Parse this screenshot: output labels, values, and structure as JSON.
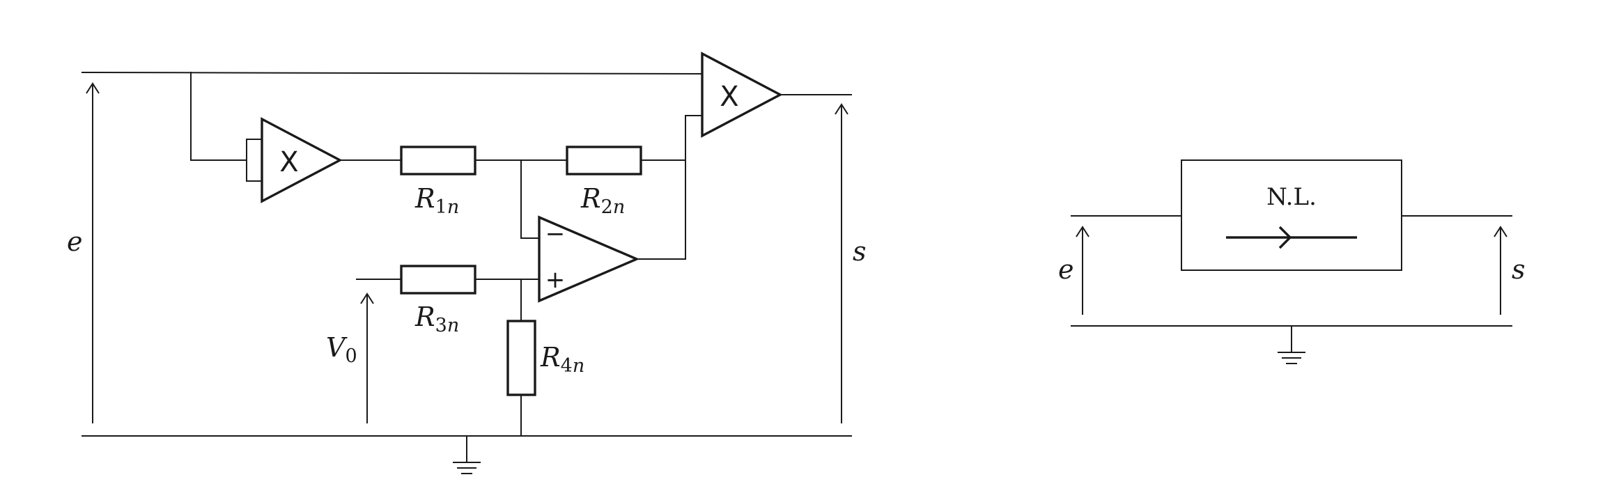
{
  "circuit": {
    "labels": {
      "e": "e",
      "s": "s",
      "v0_main": "V",
      "v0_sub": "0",
      "r": "R",
      "n": "n",
      "r1_sub": "1",
      "r2_sub": "2",
      "r3_sub": "3",
      "r4_sub": "4"
    },
    "multiplier_symbol": "X",
    "opamp_minus": "−",
    "opamp_plus": "+"
  },
  "block": {
    "title": "N.L.",
    "input_label": "e",
    "output_label": "s"
  },
  "colors": {
    "ink": "#1a1a1a",
    "background": "#ffffff"
  }
}
